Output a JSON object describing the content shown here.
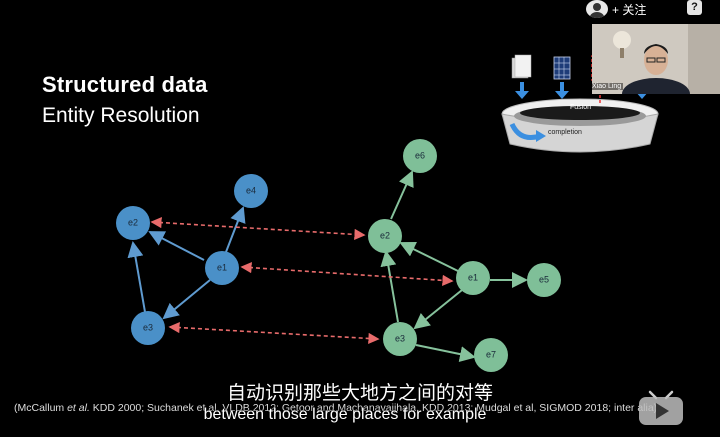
{
  "slide": {
    "title": "Structured data",
    "subtitle": "Entity Resolution",
    "citation_parts": [
      "(McCallum ",
      "et al.",
      " KDD 2000; Suchanek et al. VLDB 2012; Getoor and Machanavajjhala, KDD 2013; Mudgal et al, SIGMOD 2018; inter alia)"
    ]
  },
  "graph": {
    "left_nodes": [
      "e2",
      "e4",
      "e1",
      "e3"
    ],
    "right_nodes": [
      "e6",
      "e2",
      "e1",
      "e5",
      "e3",
      "e7"
    ],
    "colors": {
      "left": "#4a90c8",
      "right": "#7fbf98",
      "edge_left": "#5f9bd0",
      "edge_right": "#86c29c",
      "match": "#e86b6b"
    }
  },
  "overlay_diagram": {
    "fusion_label": "Fusion",
    "completion_label": "completion"
  },
  "webcam": {
    "name": "Xiao Ling"
  },
  "player": {
    "follow_label": "+ 关注",
    "help_label": "?"
  },
  "subtitles": {
    "chinese": "自动识别那些大地方之间的对等",
    "english": "between those large places for example"
  }
}
